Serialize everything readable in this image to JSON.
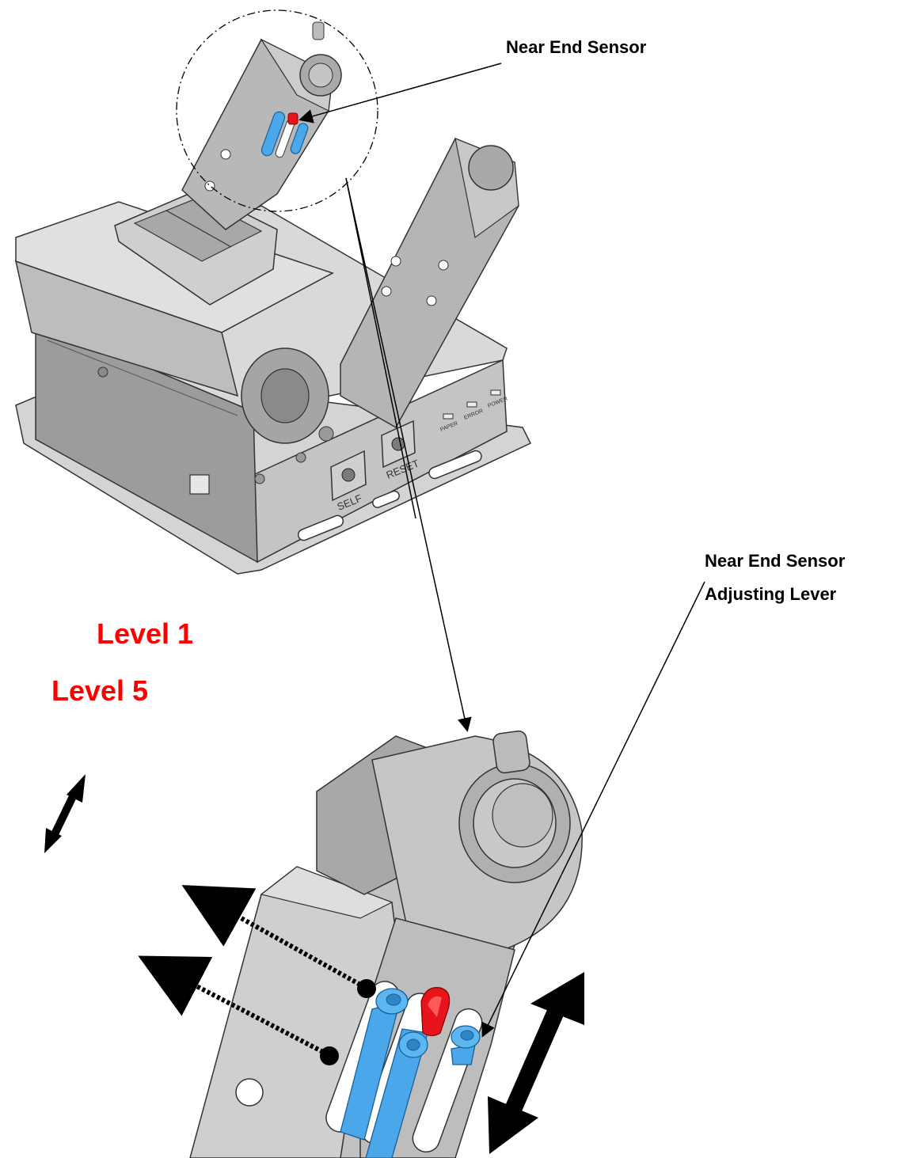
{
  "labels": {
    "near_end_sensor": "Near End Sensor",
    "adjusting_lever_line1": "Near End Sensor",
    "adjusting_lever_line2": "Adjusting Lever",
    "level_1": "Level 1",
    "level_5": "Level 5"
  },
  "panel_labels": {
    "self": "SELF",
    "reset": "RESET",
    "paper": "PAPER",
    "error": "ERROR",
    "power": "POWER"
  },
  "colors": {
    "level_text": "#ff0000",
    "sensor": "#e8141c",
    "lever": "#4aa8ea",
    "body": "#b9b9b9",
    "body_dark": "#8e8e8e",
    "body_light": "#dcdcdc",
    "arrow": "#000000"
  },
  "icons": {
    "direction_arrow": "double-headed-arrow",
    "marker": "filled-circle"
  }
}
